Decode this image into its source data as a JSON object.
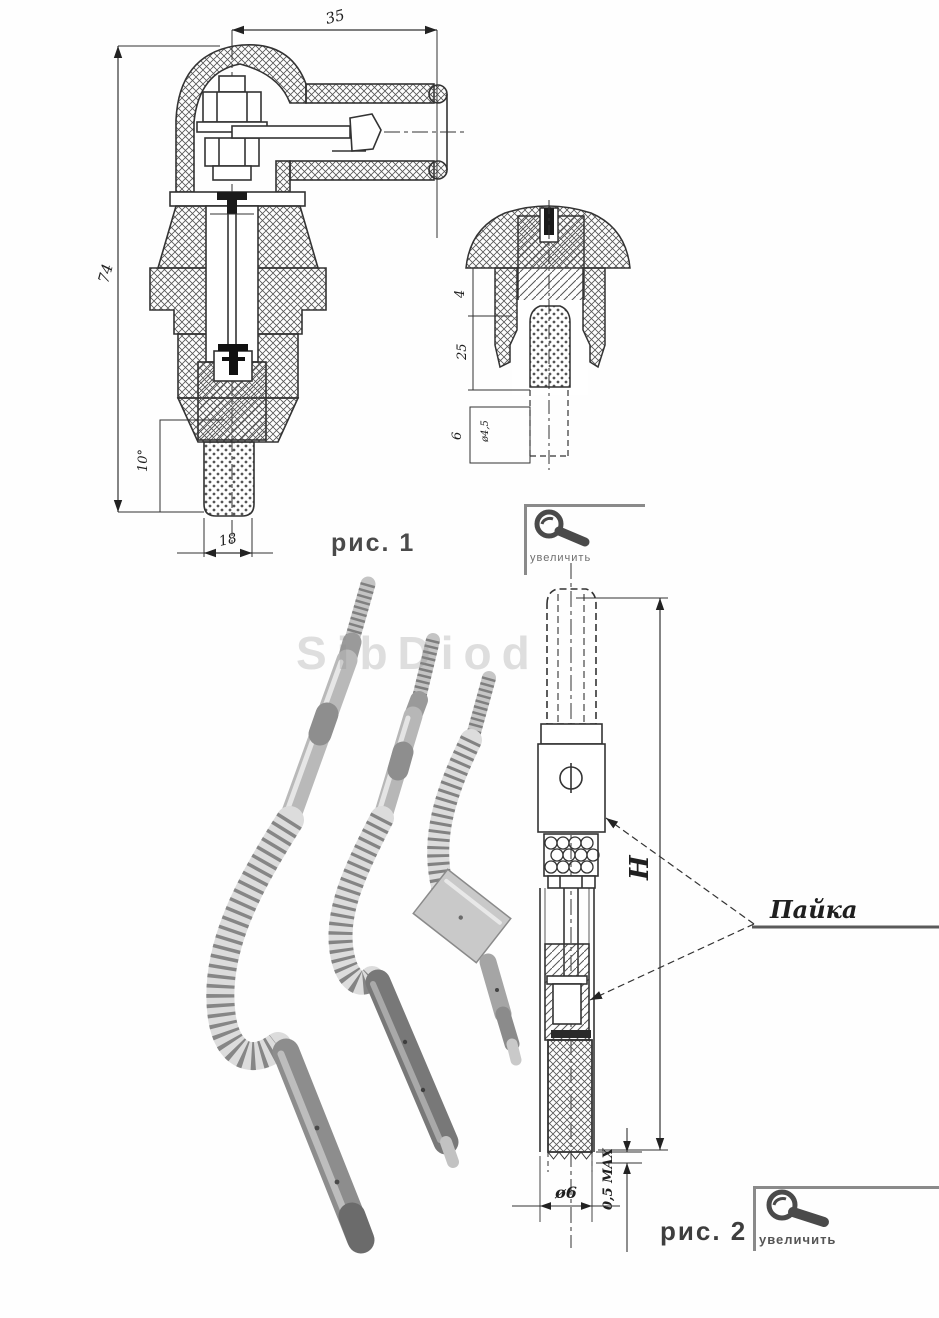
{
  "page": {
    "background": "#ffffff"
  },
  "figure1": {
    "caption": "рис. 1",
    "dimensions": {
      "top_width": "35",
      "left_height": "74",
      "angle": "10°",
      "bottom_width": "18"
    }
  },
  "cap_view": {
    "dimensions": {
      "upper": "4",
      "middle": "25",
      "lower": "6",
      "inner_diameter": "ø4,5"
    }
  },
  "figure2": {
    "caption": "рис. 2",
    "dimensions": {
      "height": "Н",
      "diameter": "ø6",
      "protrusion": "0,5 MAX"
    },
    "callout_solder": "Пайка"
  },
  "zoom_links": {
    "top_label": "увеличить",
    "bottom_label": "увеличить"
  },
  "watermark": "SibDiod",
  "colors": {
    "line": "#333333",
    "caption_text": "#4a4a4a",
    "icon": "#4a4a4a",
    "watermark": "#8f8f8f",
    "background": "#ffffff"
  }
}
